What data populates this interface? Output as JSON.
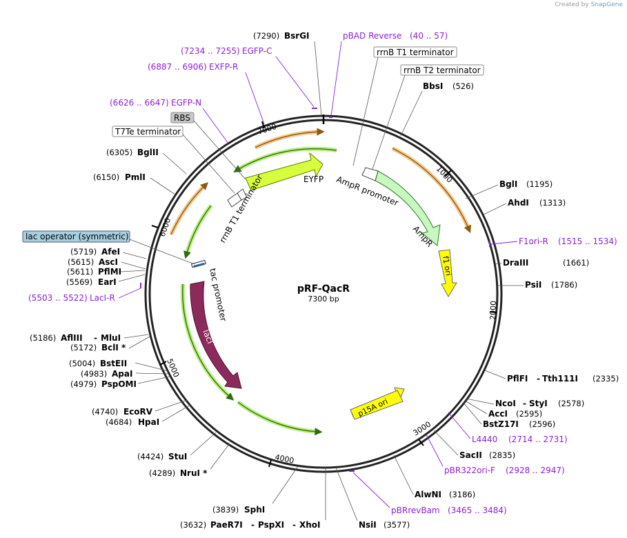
{
  "credit": {
    "created_by": "Created by",
    "brand": "SnapGene"
  },
  "plasmid": {
    "name": "pRF-QacR",
    "length_label": "7300 bp"
  },
  "ticks": [
    "1000",
    "2000",
    "3000",
    "4000",
    "5000",
    "6000",
    "7000"
  ],
  "features": {
    "eyfp": "EYFP",
    "amp_promoter": "AmpR promoter",
    "ampr": "AmpR",
    "f1ori": "f1 ori",
    "p15a": "p15A ori",
    "laci": "lacI",
    "tac": "tac promoter",
    "rrnb_lower": "rrnB T1 terminator"
  },
  "boxed": {
    "rrnb_t1": "rrnB T1 terminator",
    "rrnb_t2": "rrnB T2 terminator",
    "rbs": "RBS",
    "t7te": "T7Te terminator",
    "lac_op": "lac operator (symmetric)"
  },
  "sites": [
    {
      "id": "bsrgi",
      "name": "BsrGI",
      "pos": "(7290)"
    },
    {
      "id": "bbsi",
      "name": "BbsI",
      "pos": "(526)"
    },
    {
      "id": "bgli",
      "name": "BglI",
      "pos": "(1195)"
    },
    {
      "id": "ahdi",
      "name": "AhdI",
      "pos": "(1313)"
    },
    {
      "id": "draiii",
      "name": "DraIII",
      "pos": "(1661)"
    },
    {
      "id": "psii",
      "name": "PsiI",
      "pos": "(1786)"
    },
    {
      "id": "pflfi",
      "name": "PflFI",
      "name2": "Tth111I",
      "pos": "(2335)"
    },
    {
      "id": "ncoi",
      "name": "NcoI",
      "name2": "StyI",
      "pos": "(2578)"
    },
    {
      "id": "acci",
      "name": "AccI",
      "pos": "(2595)"
    },
    {
      "id": "bstz17i",
      "name": "BstZ17I",
      "pos": "(2596)"
    },
    {
      "id": "sacii",
      "name": "SacII",
      "pos": "(2835)"
    },
    {
      "id": "alwni",
      "name": "AlwNI",
      "pos": "(3186)"
    },
    {
      "id": "nsii",
      "name": "NsiI",
      "pos": "(3577)"
    },
    {
      "id": "paer7i",
      "name": "PaeR7I",
      "name2": "PspXI",
      "name3": "XhoI",
      "pos": "(3632)"
    },
    {
      "id": "sphi",
      "name": "SphI",
      "pos": "(3839)"
    },
    {
      "id": "nrui",
      "name": "NruI *",
      "pos": "(4289)"
    },
    {
      "id": "stui",
      "name": "StuI",
      "pos": "(4424)"
    },
    {
      "id": "hpai",
      "name": "HpaI",
      "pos": "(4684)"
    },
    {
      "id": "ecorv",
      "name": "EcoRV",
      "pos": "(4740)"
    },
    {
      "id": "pspomi",
      "name": "PspOMI",
      "pos": "(4979)"
    },
    {
      "id": "apai",
      "name": "ApaI",
      "pos": "(4983)"
    },
    {
      "id": "bsteii",
      "name": "BstEII",
      "pos": "(5004)"
    },
    {
      "id": "bcli",
      "name": "BclI *",
      "pos": "(5172)"
    },
    {
      "id": "afliii",
      "name": "AflIII",
      "name2": "MluI",
      "pos": "(5186)"
    },
    {
      "id": "eari",
      "name": "EarI",
      "pos": "(5569)"
    },
    {
      "id": "pflmi",
      "name": "PflMI",
      "pos": "(5611)"
    },
    {
      "id": "asci",
      "name": "AscI",
      "pos": "(5615)"
    },
    {
      "id": "afei",
      "name": "AfeI",
      "pos": "(5719)"
    },
    {
      "id": "pmli",
      "name": "PmlI",
      "pos": "(6150)"
    },
    {
      "id": "bglii",
      "name": "BglII",
      "pos": "(6305)"
    }
  ],
  "primers": [
    {
      "id": "pbad",
      "name": "pBAD Reverse",
      "pos": "(40 .. 57)"
    },
    {
      "id": "egfpc",
      "name": "EGFP-C",
      "pos": "(7234 .. 7255)"
    },
    {
      "id": "exfpr",
      "name": "EXFP-R",
      "pos": "(6887 .. 6906)"
    },
    {
      "id": "egfpn",
      "name": "EGFP-N",
      "pos": "(6626 .. 6647)"
    },
    {
      "id": "f1orir",
      "name": "F1ori-R",
      "pos": "(1515 .. 1534)"
    },
    {
      "id": "l4440",
      "name": "L4440",
      "pos": "(2714 .. 2731)"
    },
    {
      "id": "pbr322",
      "name": "pBR322ori-F",
      "pos": "(2928 .. 2947)"
    },
    {
      "id": "pbrrev",
      "name": "pBRrevBam",
      "pos": "(3465 .. 3484)"
    },
    {
      "id": "lacir",
      "name": "LacI-R",
      "pos": "(5503 .. 5522)"
    }
  ]
}
